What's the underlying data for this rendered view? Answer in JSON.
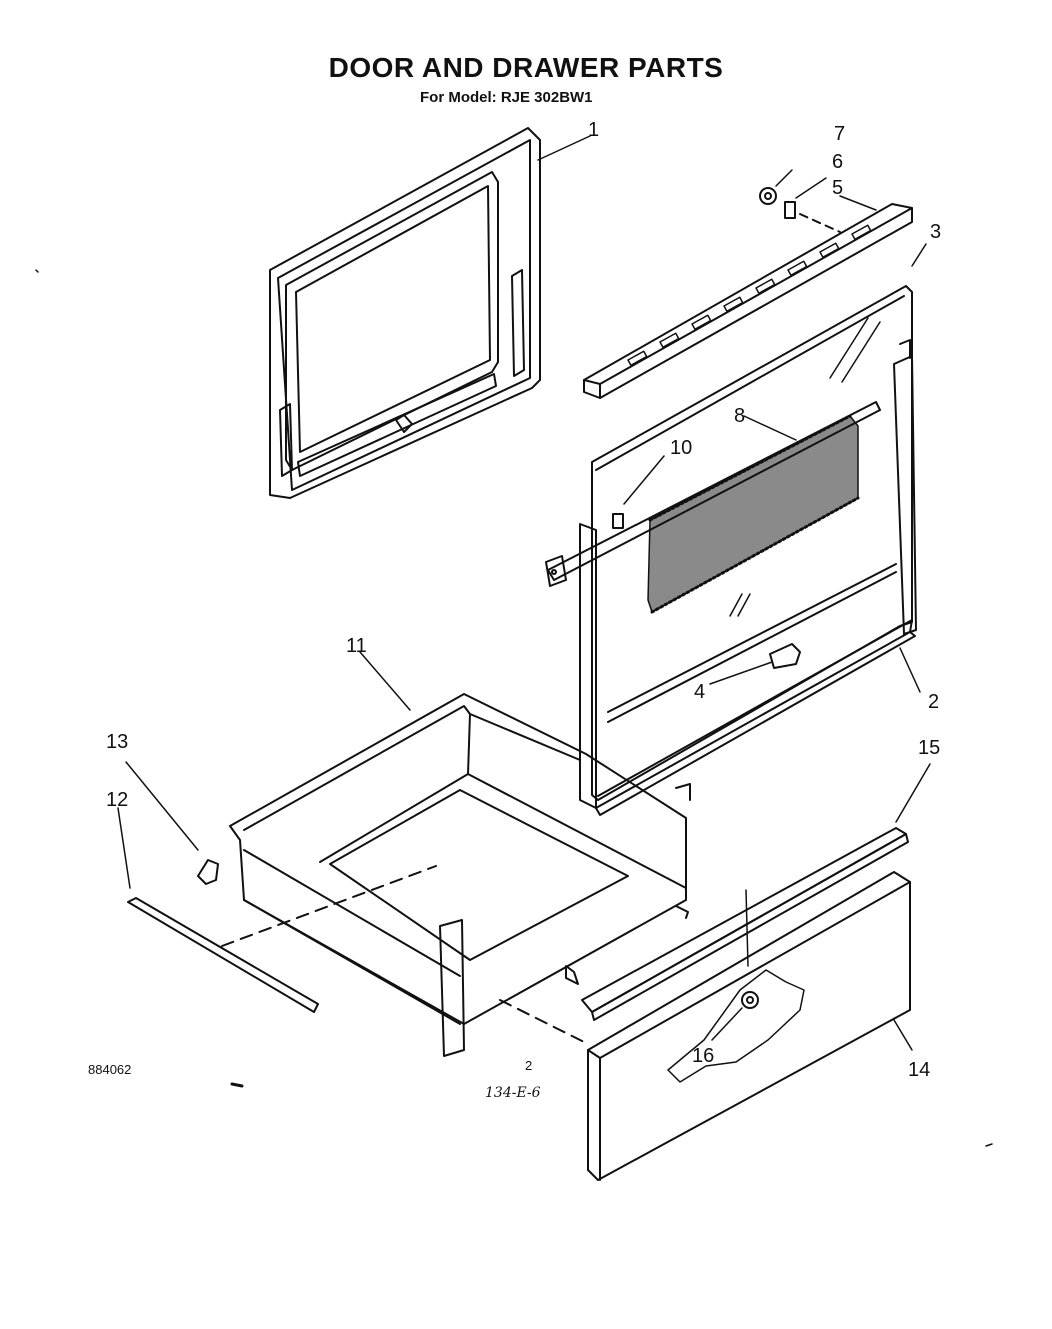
{
  "title": "DOOR AND DRAWER PARTS",
  "subtitle": "For Model: RJE 302BW1",
  "callouts": [
    "1",
    "2",
    "3",
    "4",
    "5",
    "6",
    "7",
    "8",
    "10",
    "11",
    "12",
    "13",
    "14",
    "15",
    "16"
  ],
  "footer": {
    "doc_number": "884062",
    "page_number": "2",
    "handwritten_code": "134-E-6"
  }
}
